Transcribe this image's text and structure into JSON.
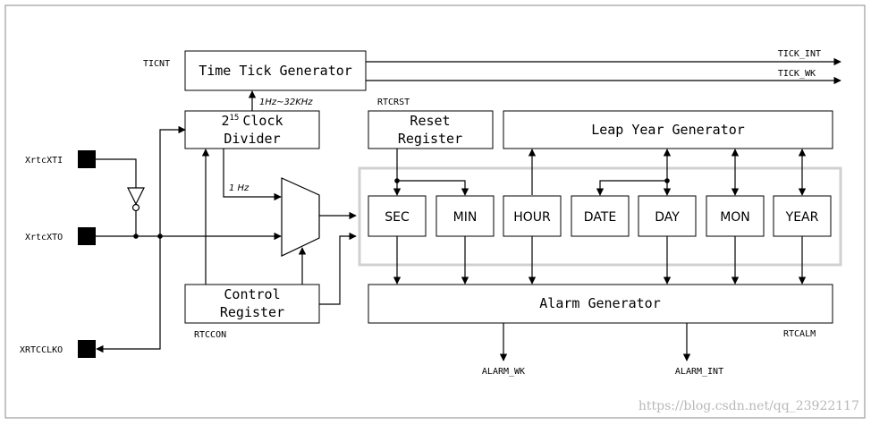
{
  "blocks": {
    "time_tick_generator": "Time Tick Generator",
    "clock_divider_base": "2",
    "clock_divider_exp": "15",
    "clock_divider_word": "Clock",
    "clock_divider_line2": "Divider",
    "control_register_line1": "Control",
    "control_register_line2": "Register",
    "reset_register_line1": "Reset",
    "reset_register_line2": "Register",
    "leap_year_generator": "Leap Year Generator",
    "alarm_generator": "Alarm Generator"
  },
  "registers": [
    "SEC",
    "MIN",
    "HOUR",
    "DATE",
    "DAY",
    "MON",
    "YEAR"
  ],
  "signals": {
    "ticnt": "TICNT",
    "tick_int": "TICK_INT",
    "tick_wk": "TICK_WK",
    "freq_range": "1Hz~32KHz",
    "one_hz": "1 Hz",
    "rtcrst": "RTCRST",
    "rtccon": "RTCCON",
    "rtcalm": "RTCALM",
    "alarm_wk": "ALARM_WK",
    "alarm_int": "ALARM_INT"
  },
  "pins": {
    "xtal_in": "XrtcXTI",
    "xtal_out": "XrtcXTO",
    "clk_out": "XRTCCLKO"
  },
  "watermark": "https://blog.csdn.net/qq_23922117"
}
